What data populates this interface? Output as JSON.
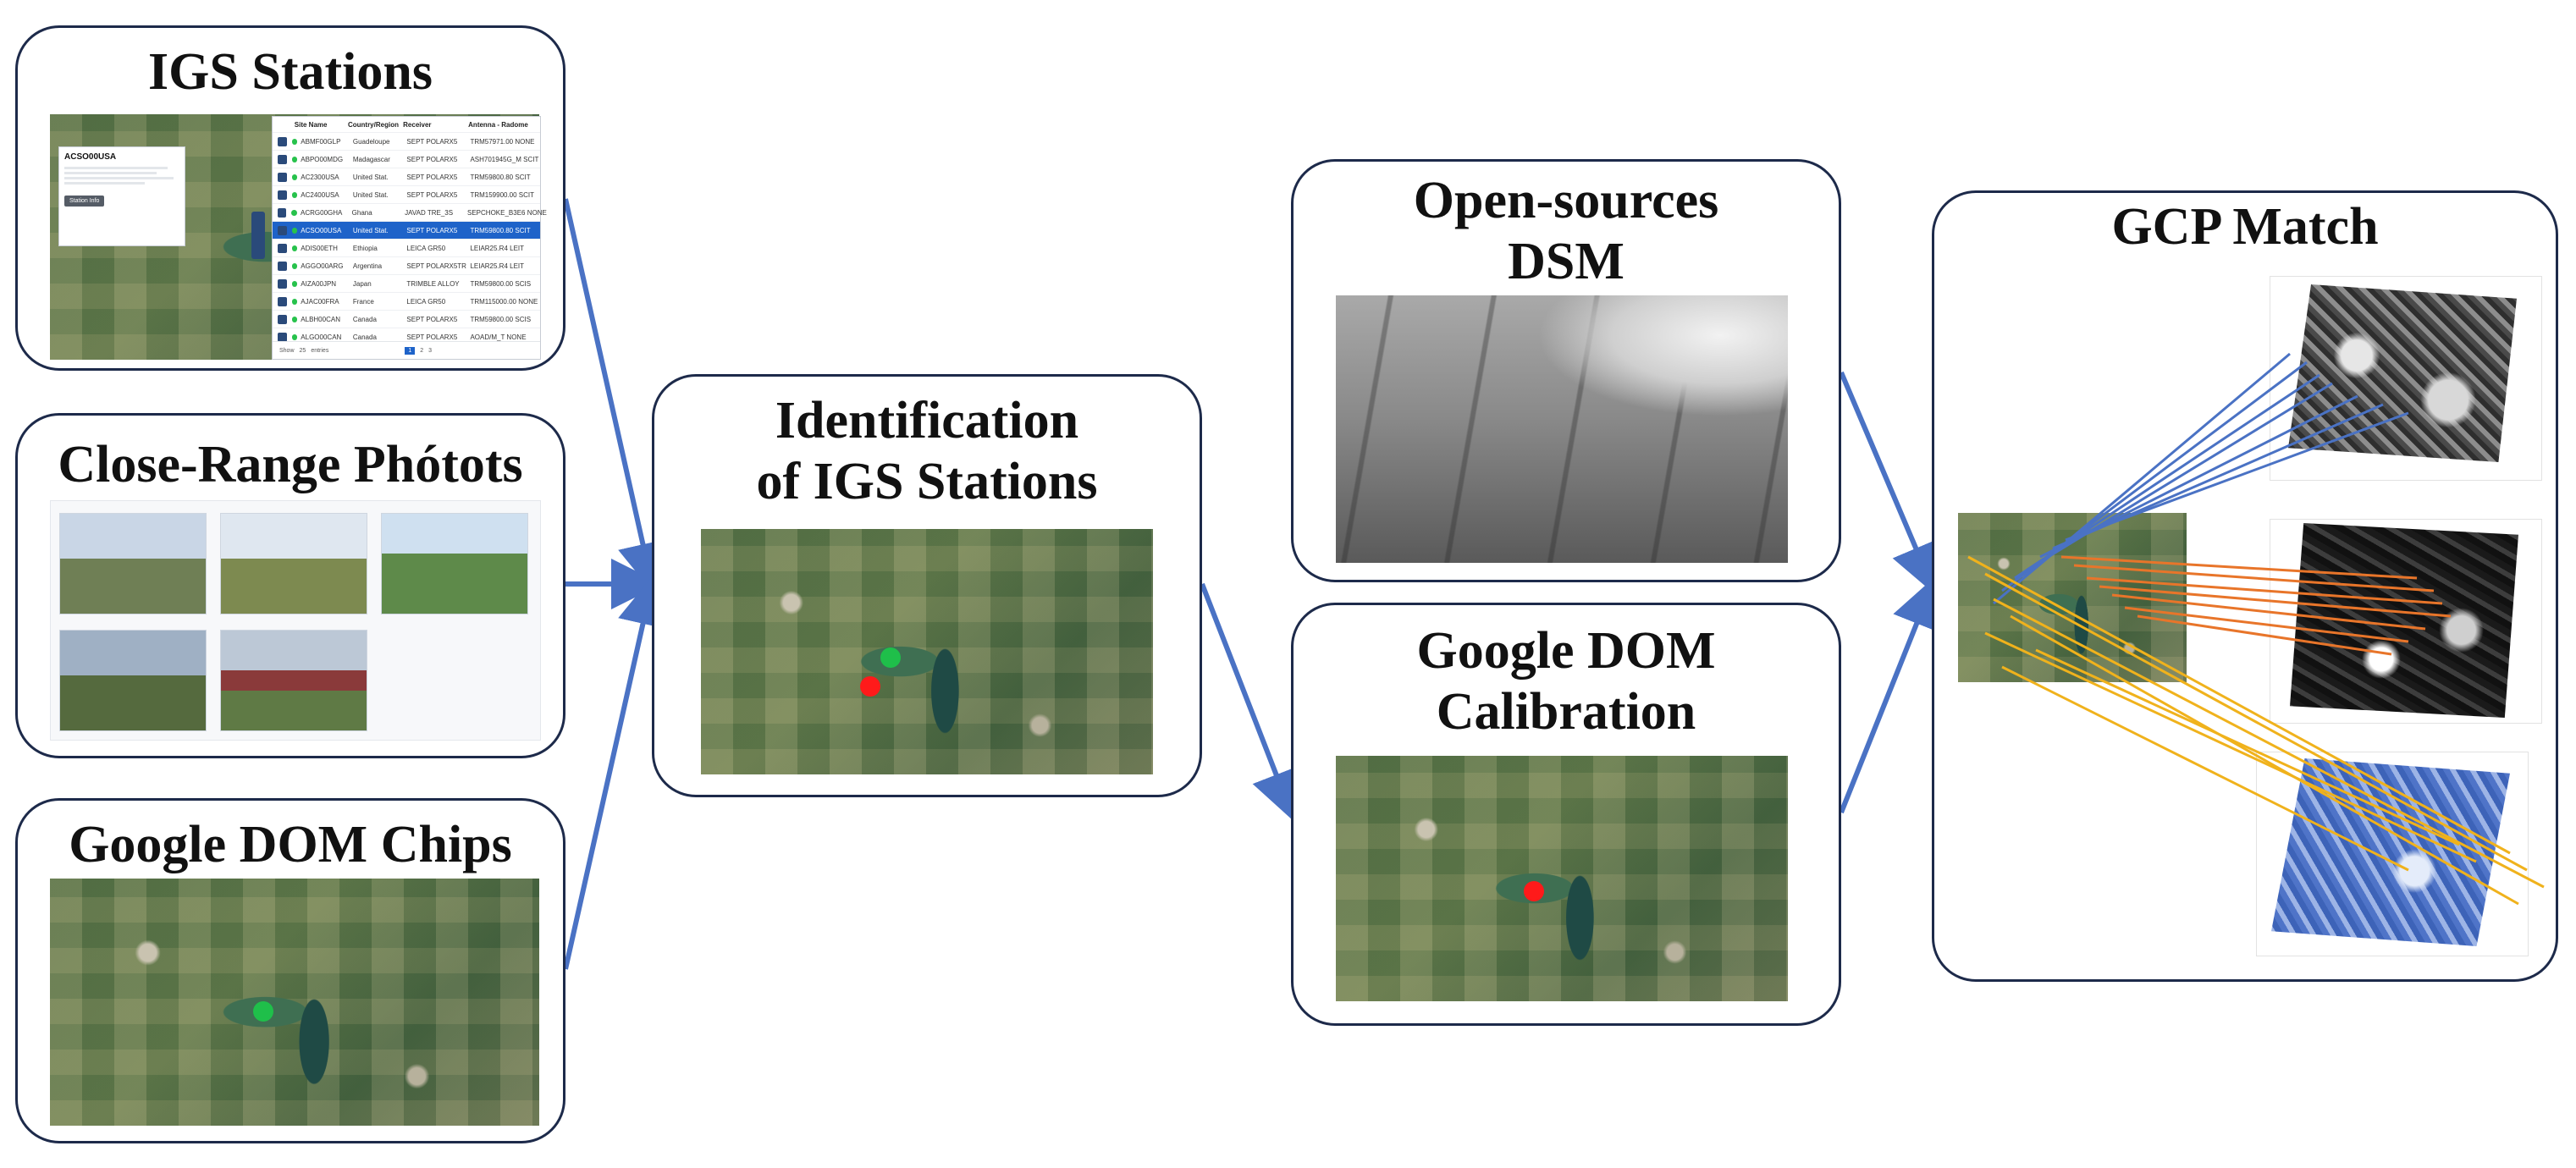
{
  "boxes": {
    "igs_stations": {
      "title": "IGS Stations"
    },
    "close_range": {
      "title": "Close-Range Phótots"
    },
    "dom_chips": {
      "title": "Google DOM Chips"
    },
    "identification": {
      "title": "Identification\nof IGS Stations"
    },
    "dsm": {
      "title": "Open-sources\nDSM"
    },
    "dom_calibration": {
      "title": "Google DOM\nCalibration"
    },
    "gcp_match": {
      "title": "GCP Match"
    }
  },
  "station_card": {
    "title": "ACSO00USA",
    "button": "Station Info"
  },
  "station_table": {
    "columns": [
      "Site Name",
      "Country/Region",
      "Receiver",
      "Antenna - Radome"
    ],
    "rows": [
      [
        "ABMF00GLP",
        "Guadeloupe",
        "SEPT POLARX5",
        "TRM57971.00 NONE"
      ],
      [
        "ABPO00MDG",
        "Madagascar",
        "SEPT POLARX5",
        "ASH701945G_M SCIT"
      ],
      [
        "AC2300USA",
        "United Stat.",
        "SEPT POLARX5",
        "TRM59800.80 SCIT"
      ],
      [
        "AC2400USA",
        "United Stat.",
        "SEPT POLARX5",
        "TRM159900.00 SCIT"
      ],
      [
        "ACRG00GHA",
        "Ghana",
        "JAVAD TRE_3S",
        "SEPCHOKE_B3E6 NONE"
      ],
      [
        "ACSO00USA",
        "United Stat.",
        "SEPT POLARX5",
        "TRM59800.80 SCIT"
      ],
      [
        "ADIS00ETH",
        "Ethiopia",
        "LEICA GR50",
        "LEIAR25.R4 LEIT"
      ],
      [
        "AGGO00ARG",
        "Argentina",
        "SEPT POLARX5TR",
        "LEIAR25.R4 LEIT"
      ],
      [
        "AIZA00JPN",
        "Japan",
        "TRIMBLE ALLOY",
        "TRM59800.00 SCIS"
      ],
      [
        "AJAC00FRA",
        "France",
        "LEICA GR50",
        "TRM115000.00 NONE"
      ],
      [
        "ALBH00CAN",
        "Canada",
        "SEPT POLARX5",
        "TRM59800.00 SCIS"
      ],
      [
        "ALGO00CAN",
        "Canada",
        "SEPT POLARX5",
        "AOAD/M_T NONE"
      ]
    ],
    "selected_index": 5,
    "footer": [
      "Show",
      "25",
      "entries"
    ],
    "pages": [
      "1",
      "2",
      "3"
    ]
  },
  "colors": {
    "border": "#1d2a4a",
    "arrow": "#4a72c4",
    "match_blue": "#4a72c4",
    "match_orange": "#e8752a",
    "match_yellow": "#f0b21c",
    "pin_green": "#1fbf4a",
    "pin_red": "#ff1a1a"
  }
}
